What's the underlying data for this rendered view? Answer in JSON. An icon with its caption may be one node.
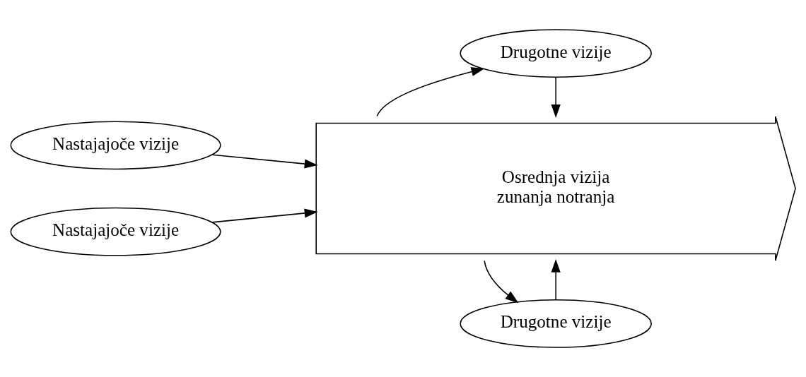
{
  "diagram": {
    "nodes": [
      {
        "text": [
          "Drugotne vizije"
        ]
      },
      {
        "text": [
          "Nastajajoče vizije"
        ]
      },
      {
        "text": [
          "Osrednja vizija",
          "zunanja notranja"
        ]
      },
      {
        "text": [
          "Nastajajoče vizije"
        ]
      },
      {
        "text": [
          "Drugotne vizije"
        ]
      }
    ],
    "edges": [
      {
        "from": 1,
        "to": 2,
        "arrow": "to"
      },
      {
        "from": 3,
        "to": 2,
        "arrow": "to"
      },
      {
        "from": 0,
        "to": 2,
        "arrow": "to"
      },
      {
        "from": 2,
        "to": 0,
        "arrow": "to"
      },
      {
        "from": 4,
        "to": 2,
        "arrow": "to"
      },
      {
        "from": 2,
        "to": 4,
        "arrow": "to"
      }
    ]
  }
}
